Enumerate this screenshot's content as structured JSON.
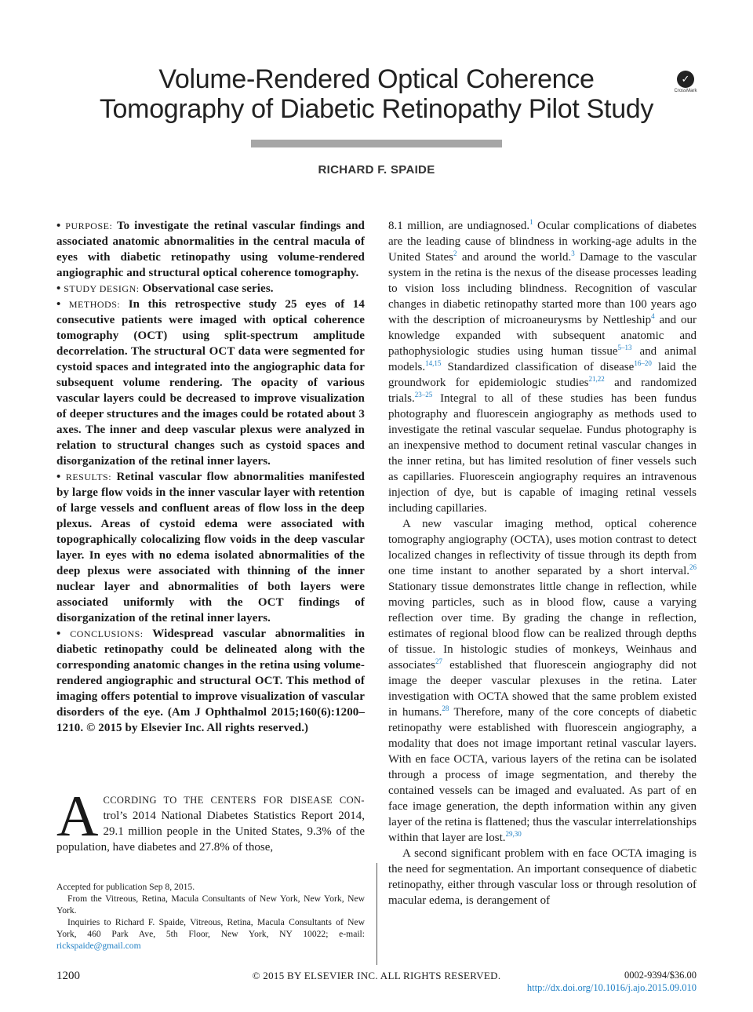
{
  "title_line1": "Volume-Rendered Optical Coherence",
  "title_line2": "Tomography of Diabetic Retinopathy Pilot Study",
  "crossmark_label": "CrossMark",
  "author": "RICHARD F. SPAIDE",
  "abstract": {
    "purpose_label": "PURPOSE:",
    "purpose": "To investigate the retinal vascular findings and associated anatomic abnormalities in the central macula of eyes with diabetic retinopathy using volume-rendered angiographic and structural optical coherence tomography.",
    "design_label": "STUDY DESIGN:",
    "design": "Observational case series.",
    "methods_label": "METHODS:",
    "methods": "In this retrospective study 25 eyes of 14 consecutive patients were imaged with optical coherence tomography (OCT) using split-spectrum amplitude decorrelation. The structural OCT data were segmented for cystoid spaces and integrated into the angiographic data for subsequent volume rendering. The opacity of various vascular layers could be decreased to improve visualization of deeper structures and the images could be rotated about 3 axes. The inner and deep vascular plexus were analyzed in relation to structural changes such as cystoid spaces and disorganization of the retinal inner layers.",
    "results_label": "RESULTS:",
    "results": "Retinal vascular flow abnormalities manifested by large flow voids in the inner vascular layer with retention of large vessels and confluent areas of flow loss in the deep plexus. Areas of cystoid edema were associated with topographically colocalizing flow voids in the deep vascular layer. In eyes with no edema isolated abnormalities of the deep plexus were associated with thinning of the inner nuclear layer and abnormalities of both layers were associated uniformly with the OCT findings of disorganization of the retinal inner layers.",
    "conclusions_label": "CONCLUSIONS:",
    "conclusions": "Widespread vascular abnormalities in diabetic retinopathy could be delineated along with the corresponding anatomic changes in the retina using volume-rendered angiographic and structural OCT. This method of imaging offers potential to improve visualization of vascular disorders of the eye. (Am J Ophthalmol 2015;160(6):1200–1210. © 2015 by Elsevier Inc. All rights reserved.)"
  },
  "intro": {
    "dropcap": "A",
    "smallcaps": "CCORDING TO THE CENTERS FOR DISEASE CON-",
    "text": "trol’s 2014 National Diabetes Statistics Report 2014, 29.1 million people in the United States, 9.3% of the population, have diabetes and 27.8% of those,"
  },
  "right_col": {
    "p1": [
      {
        "t": "8.1 million, are undiagnosed."
      },
      {
        "s": "1"
      },
      {
        "t": " Ocular complications of diabetes are the leading cause of blindness in working-age adults in the United States"
      },
      {
        "s": "2"
      },
      {
        "t": " and around the world."
      },
      {
        "s": "3"
      },
      {
        "t": " Damage to the vascular system in the retina is the nexus of the disease processes leading to vision loss including blindness. Recognition of vascular changes in diabetic retinopathy started more than 100 years ago with the description of microaneurysms by Nettleship"
      },
      {
        "s": "4"
      },
      {
        "t": " and our knowledge expanded with subsequent anatomic and pathophysiologic studies using human tissue"
      },
      {
        "s": "5–13"
      },
      {
        "t": " and animal models."
      },
      {
        "s": "14,15"
      },
      {
        "t": " Standardized classification of disease"
      },
      {
        "s": "16–20"
      },
      {
        "t": " laid the groundwork for epidemiologic studies"
      },
      {
        "s": "21,22"
      },
      {
        "t": " and randomized trials."
      },
      {
        "s": "23–25"
      },
      {
        "t": " Integral to all of these studies has been fundus photography and fluorescein angiography as methods used to investigate the retinal vascular sequelae. Fundus photography is an inexpensive method to document retinal vascular changes in the inner retina, but has limited resolution of finer vessels such as capillaries. Fluorescein angiography requires an intravenous injection of dye, but is capable of imaging retinal vessels including capillaries."
      }
    ],
    "p2": [
      {
        "t": "A new vascular imaging method, optical coherence tomography angiography (OCTA), uses motion contrast to detect localized changes in reflectivity of tissue through its depth from one time instant to another separated by a short interval."
      },
      {
        "s": "26"
      },
      {
        "t": " Stationary tissue demonstrates little change in reflection, while moving particles, such as in blood flow, cause a varying reflection over time. By grading the change in reflection, estimates of regional blood flow can be realized through depths of tissue. In histologic studies of monkeys, Weinhaus and associates"
      },
      {
        "s": "27"
      },
      {
        "t": " established that fluorescein angiography did not image the deeper vascular plexuses in the retina. Later investigation with OCTA showed that the same problem existed in humans."
      },
      {
        "s": "28"
      },
      {
        "t": " Therefore, many of the core concepts of diabetic retinopathy were established with fluorescein angiography, a modality that does not image important retinal vascular layers. With en face OCTA, various layers of the retina can be isolated through a process of image segmentation, and thereby the contained vessels can be imaged and evaluated. As part of en face image generation, the depth information within any given layer of the retina is flattened; thus the vascular interrelationships within that layer are lost."
      },
      {
        "s": "29,30"
      }
    ],
    "p3": [
      {
        "t": "A second significant problem with en face OCTA imaging is the need for segmentation. An important consequence of diabetic retinopathy, either through vascular loss or through resolution of macular edema, is derangement of"
      }
    ]
  },
  "footnotes": {
    "accepted": "Accepted for publication Sep 8, 2015.",
    "affiliation": "From the Vitreous, Retina, Macula Consultants of New York, New York, New York.",
    "inquiries": "Inquiries to Richard F. Spaide, Vitreous, Retina, Macula Consultants of New York, 460 Park Ave, 5th Floor, New York, NY 10022; e-mail:",
    "email": "rickspaide@gmail.com"
  },
  "footer": {
    "page_number": "1200",
    "copyright": "© 2015 BY ELSEVIER INC. ALL RIGHTS RESERVED.",
    "issn": "0002-9394/$36.00",
    "doi": "http://dx.doi.org/10.1016/j.ajo.2015.09.010"
  },
  "colors": {
    "link": "#1f7fc4",
    "rule": "#a6a6a6"
  }
}
